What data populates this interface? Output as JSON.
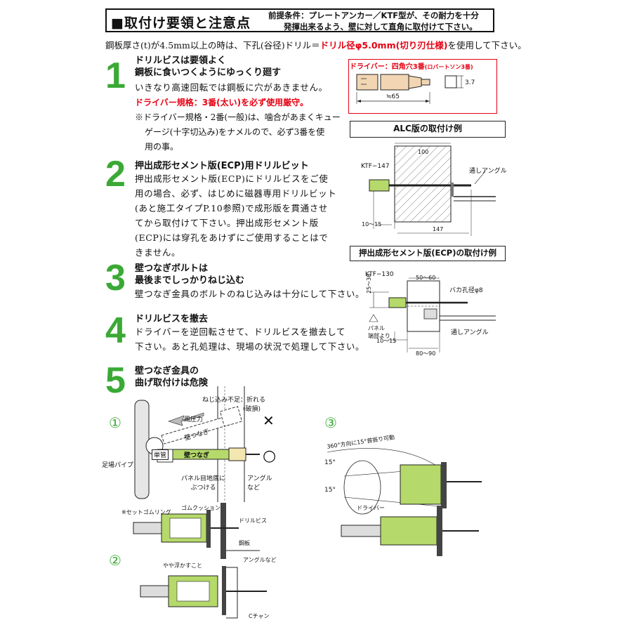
{
  "header": {
    "title": "■取付け要領と注意点",
    "premise_line1": "前提条件：プレートアンカー／KTF型が、その耐力を十分",
    "premise_line2": "発揮出来るよう、壁に対して直角に取付けて下さい。"
  },
  "intro": {
    "text_before": "鋼板厚さ(t)が4.5mm以上の時は、下孔(谷径)ドリル＝",
    "text_red": "ドリル径φ5.0mm(切り刃仕様)",
    "text_after": "を使用して下さい。"
  },
  "steps": [
    {
      "num": "1",
      "heading1": "ドリルビスは要領よく",
      "heading2": "鋼板に食いつくようにゆっくり廻す",
      "body1": "いきなり高速回転では鋼板に穴があきません。",
      "red": "ドライバー規格：3番(太い)を必ず使用厳守。",
      "note1": "※ドライバー規格・2番(一般)は、噛合があまくキュー",
      "note2": "ゲージ(十字切込み)をナメルので、必ず3番を使",
      "note3": "用の事。"
    },
    {
      "num": "2",
      "heading1": "押出成形セメント版(ECP)用ドリルビット",
      "line1": "押出成形セメント版(ECP)にドリルビスをご使",
      "line2": "用の場合、必ず、はじめに磁器専用ドリルビット",
      "line3": "(あと施工タイプP.10参照)で成形版を貫通させ",
      "line4": "てから取付けて下さい。押出成形セメント版",
      "line5": "(ECP)には穿孔をあけずにご使用することはで",
      "line6": "きません。"
    },
    {
      "num": "3",
      "heading1": "壁つなぎボルトは",
      "heading2": "最後までしっかりねじ込む",
      "line1": "壁つなぎ金具のボルトのねじ込みは十分にして下さい。"
    },
    {
      "num": "4",
      "heading1": "ドリルビスを撤去",
      "line1": "ドライバーを逆回転させて、ドリルビスを撤去して",
      "line2": "下さい。あと孔処理は、現場の状況で処理して下さい。"
    },
    {
      "num": "5",
      "heading1": "壁つなぎ金具の",
      "heading2": "曲げ取付けは危険"
    }
  ],
  "driver_box": {
    "title": "ドライバー：四角穴3番",
    "title_small": "(ロバートソン3番)",
    "dim_length": "≒65",
    "dim_square": "3.7"
  },
  "alc": {
    "title": "ALC版の取付け例",
    "ktf": "KTF−147",
    "dim_100": "100",
    "angle": "通しアングル",
    "dim_10_15": "10〜15",
    "dim_147": "147"
  },
  "ecp": {
    "title": "押出成形セメント版(ECP)の取付け例",
    "ktf": "KTF−130",
    "dim_50_60": "50〜60",
    "hole": "バカ孔径φ8",
    "dim_25_30": "25〜30",
    "panel1": "パネル",
    "panel2": "端部より",
    "dim_10_15": "10〜15",
    "angle": "通しアングル",
    "dim_80_90": "80〜90"
  },
  "fig1": {
    "circle": "①",
    "insufficient1": "ねじ込み不足：折れる",
    "insufficient2": "(破損)",
    "wind": "風圧力",
    "kabetsunagi_dashed": "壁つなぎ",
    "kabetsunagi": "壁つなぎ",
    "tankan": "単管",
    "pipe": "足場パイプ",
    "panel1": "パネル目地底に",
    "panel2": "ぶつける",
    "angle1": "アングル",
    "angle2": "など",
    "bad_mark": "✕",
    "good_mark": "○"
  },
  "fig2": {
    "circle": "②",
    "ring": "※セットゴムリング",
    "cushion": "ゴムクッション",
    "drillbis": "ドリルビス",
    "steel": "鋼板",
    "angle": "アングルなど",
    "float": "やや浮かすこと",
    "channel": "Cチャン"
  },
  "fig3": {
    "circle": "③",
    "swing": "360°方向に15°首振り可動",
    "deg_top": "15°",
    "deg_bottom": "15°",
    "driver": "ドライバー"
  }
}
